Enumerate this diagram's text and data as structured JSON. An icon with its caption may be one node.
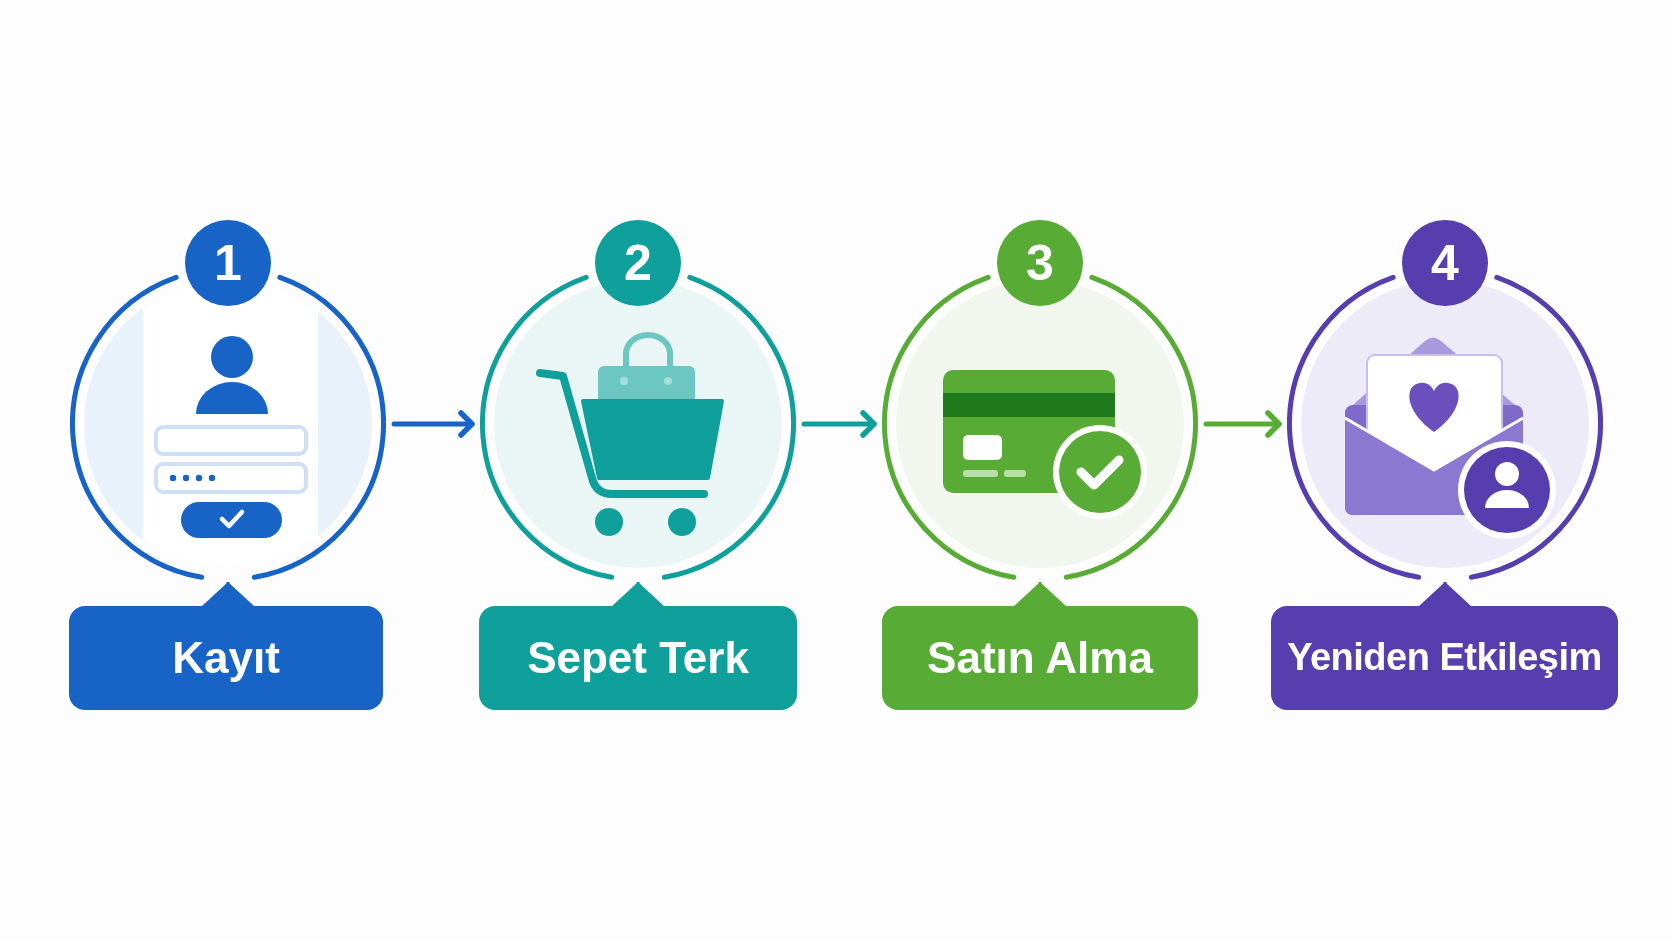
{
  "diagram": {
    "nodes": [
      {
        "text": [
          "1"
        ]
      },
      {
        "text": [],
        "shape": "circle"
      },
      {
        "text": [
          "Kayıt"
        ]
      },
      {
        "text": [
          "2"
        ]
      },
      {
        "text": [],
        "shape": "circle"
      },
      {
        "text": [
          "Sepet Terk"
        ]
      },
      {
        "text": [
          "3"
        ]
      },
      {
        "text": [],
        "shape": "circle"
      },
      {
        "text": [
          "Satın Alma"
        ]
      },
      {
        "text": [
          "4"
        ]
      },
      {
        "text": [],
        "shape": "circle"
      },
      {
        "text": [
          "Yeniden Etkileşim"
        ]
      }
    ],
    "edges": [
      {
        "from": 1,
        "to": 4,
        "arrow": "to",
        "color": "#1763c6"
      },
      {
        "from": 4,
        "to": 7,
        "arrow": "to",
        "color": "#10a09b"
      },
      {
        "from": 7,
        "to": 10,
        "arrow": "to",
        "color": "#58ab35"
      },
      {
        "from": 2,
        "to": 1,
        "arrow": "to",
        "color": "#1763c6"
      },
      {
        "from": 5,
        "to": 4,
        "arrow": "to",
        "color": "#10a09b"
      },
      {
        "from": 8,
        "to": 7,
        "arrow": "to",
        "color": "#58ab35"
      },
      {
        "from": 11,
        "to": 10,
        "arrow": "to",
        "color": "#573eae"
      }
    ]
  }
}
